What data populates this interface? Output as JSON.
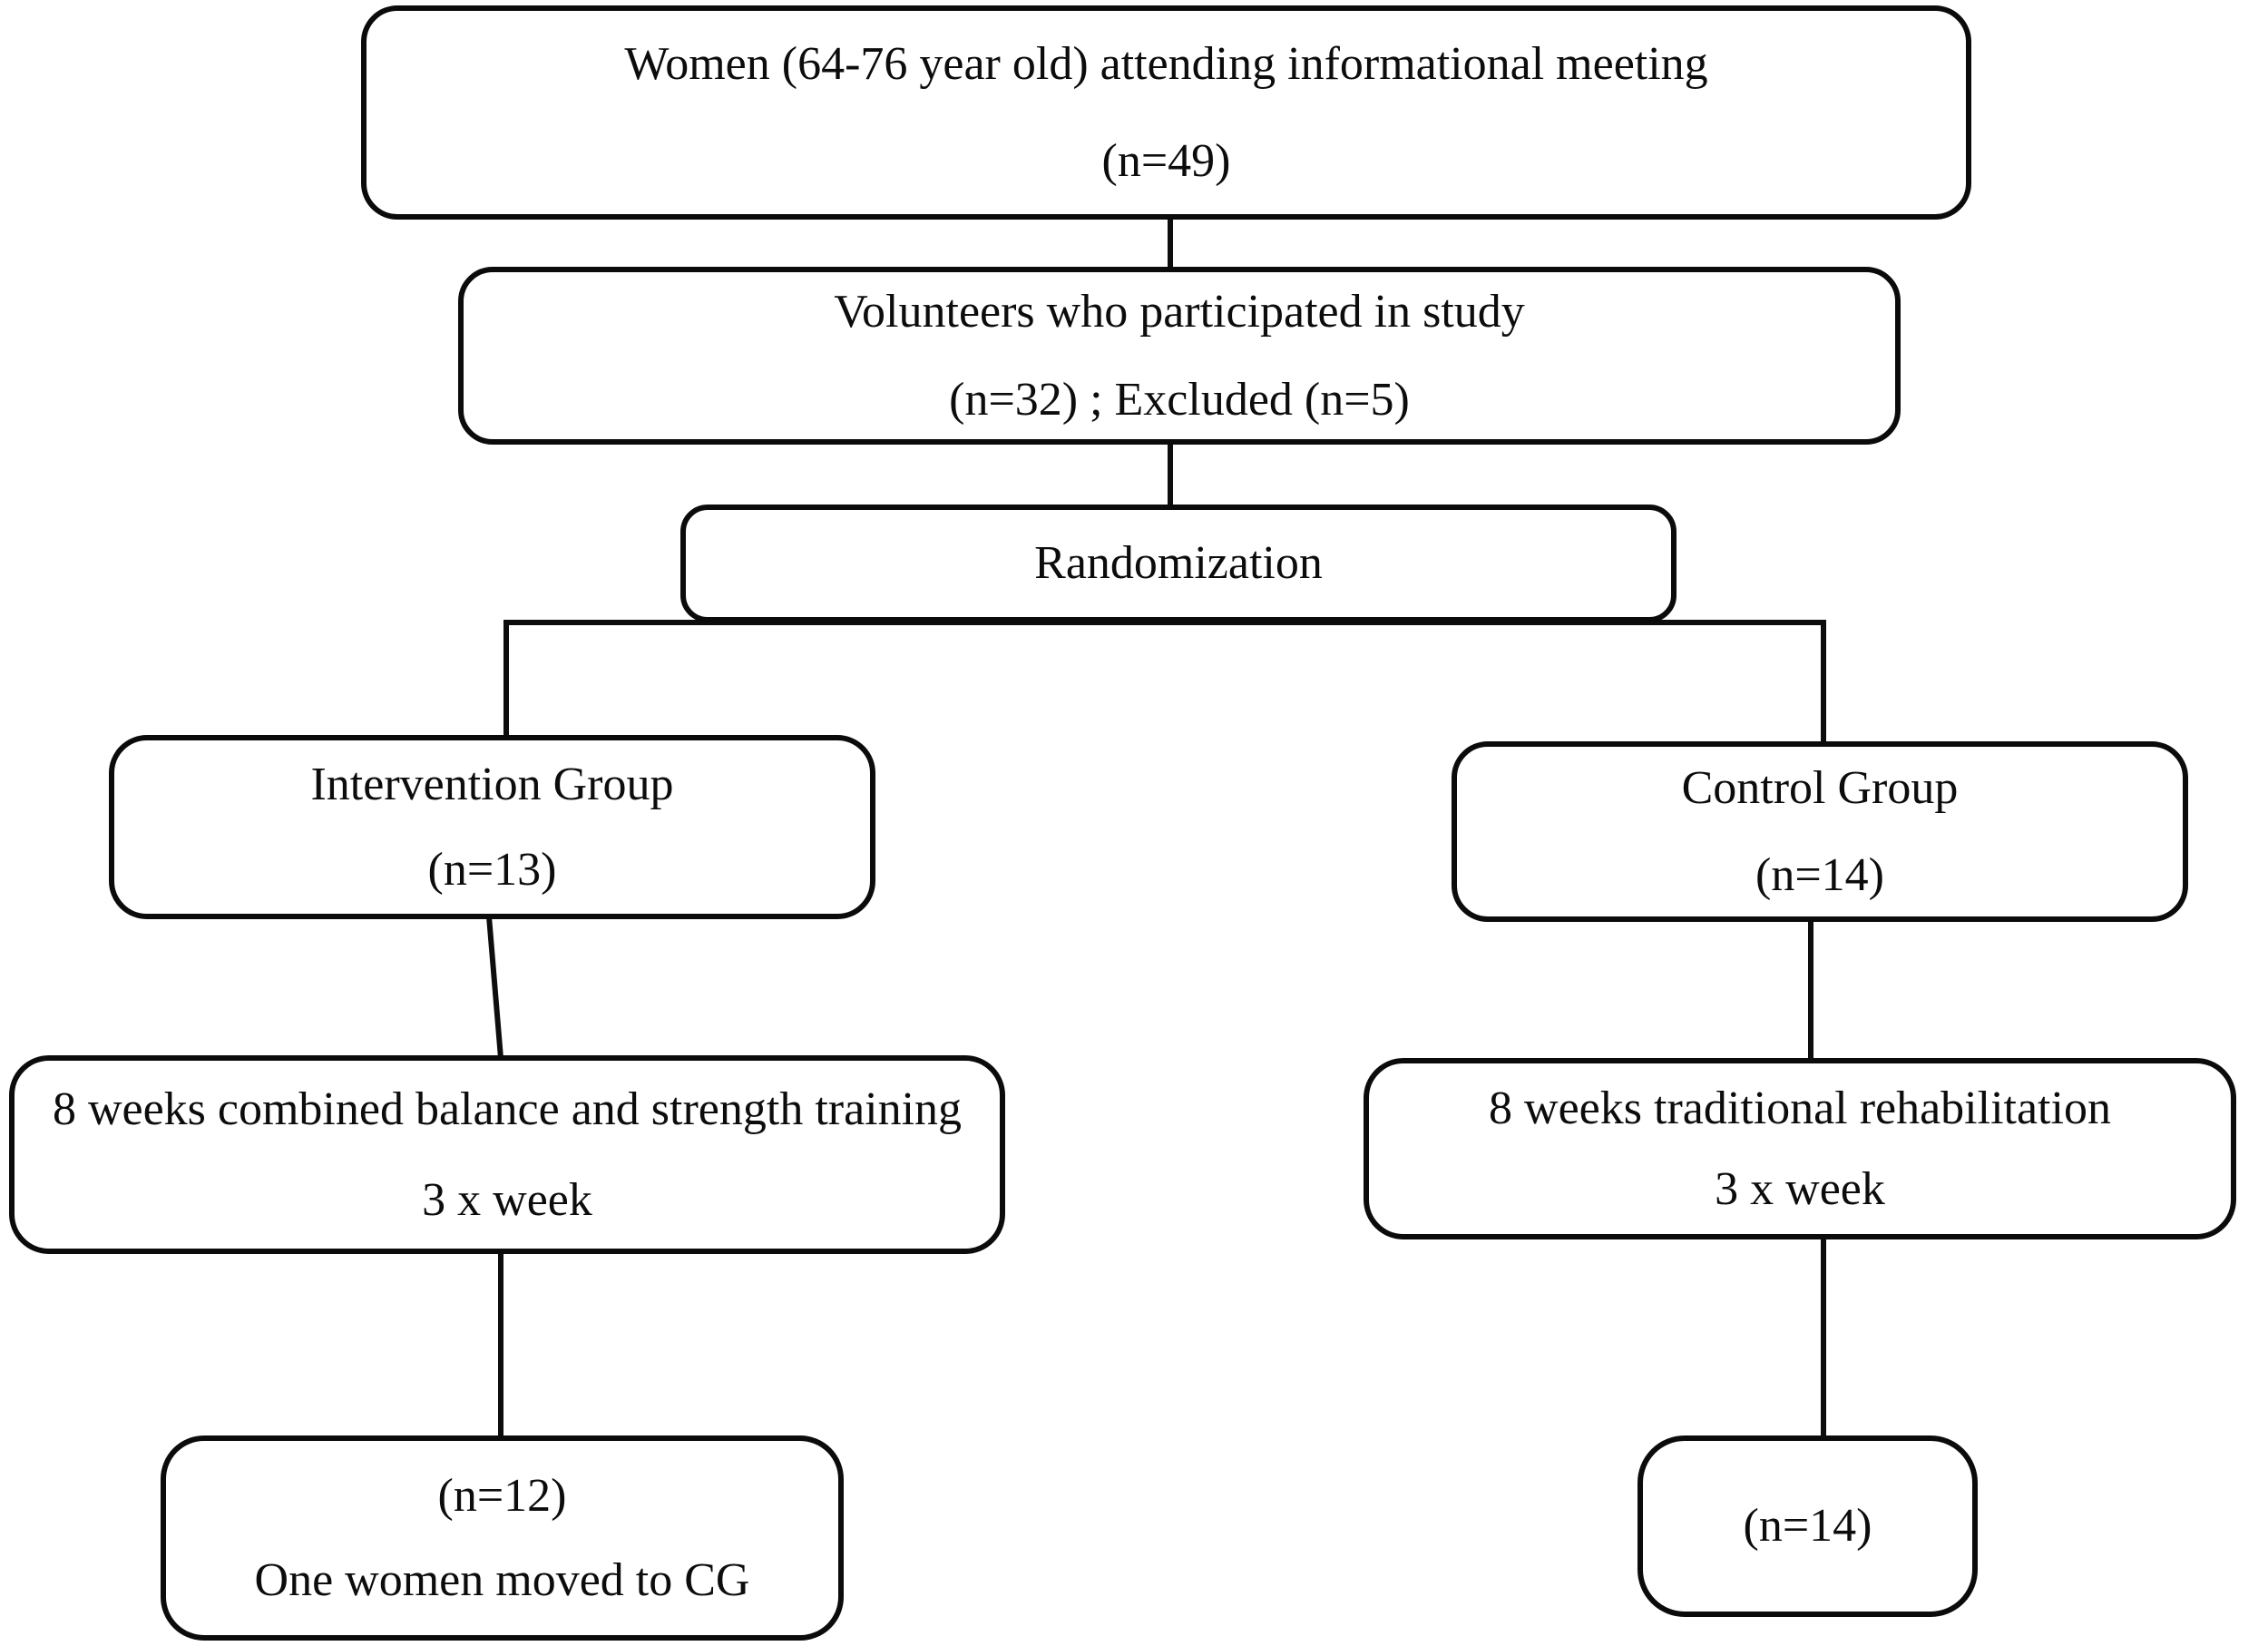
{
  "figure": {
    "type": "study-flow-diagram",
    "background_color": "#ffffff",
    "line_color": "#0d0d0d",
    "text_color": "#0c0c0c"
  },
  "boxes": {
    "enrollment": {
      "line1": "Women (64-76 year old) attending informational meeting",
      "line2": "(n=49)"
    },
    "volunteers": {
      "line1": "Volunteers who participated in study",
      "line2": "(n=32) ; Excluded (n=5)"
    },
    "randomization": {
      "line1": "Randomization"
    },
    "intervention_group": {
      "line1": "Intervention Group",
      "line2": "(n=13)"
    },
    "control_group": {
      "line1": "Control Group",
      "line2": "(n=14)"
    },
    "intervention_training": {
      "line1": "8 weeks combined balance and strength training",
      "line2": "3 x week"
    },
    "control_training": {
      "line1": "8 weeks traditional rehabilitation",
      "line2": "3 x week"
    },
    "intervention_outcome": {
      "line1": "(n=12)",
      "line2": "One women moved to CG"
    },
    "control_outcome": {
      "line1": "(n=14)"
    }
  },
  "edges": [
    {
      "from": "enrollment",
      "to": "volunteers"
    },
    {
      "from": "volunteers",
      "to": "randomization"
    },
    {
      "from": "randomization",
      "to": "intervention_group"
    },
    {
      "from": "randomization",
      "to": "control_group"
    },
    {
      "from": "intervention_group",
      "to": "intervention_training"
    },
    {
      "from": "control_group",
      "to": "control_training"
    },
    {
      "from": "intervention_training",
      "to": "intervention_outcome"
    },
    {
      "from": "control_training",
      "to": "control_outcome"
    }
  ]
}
